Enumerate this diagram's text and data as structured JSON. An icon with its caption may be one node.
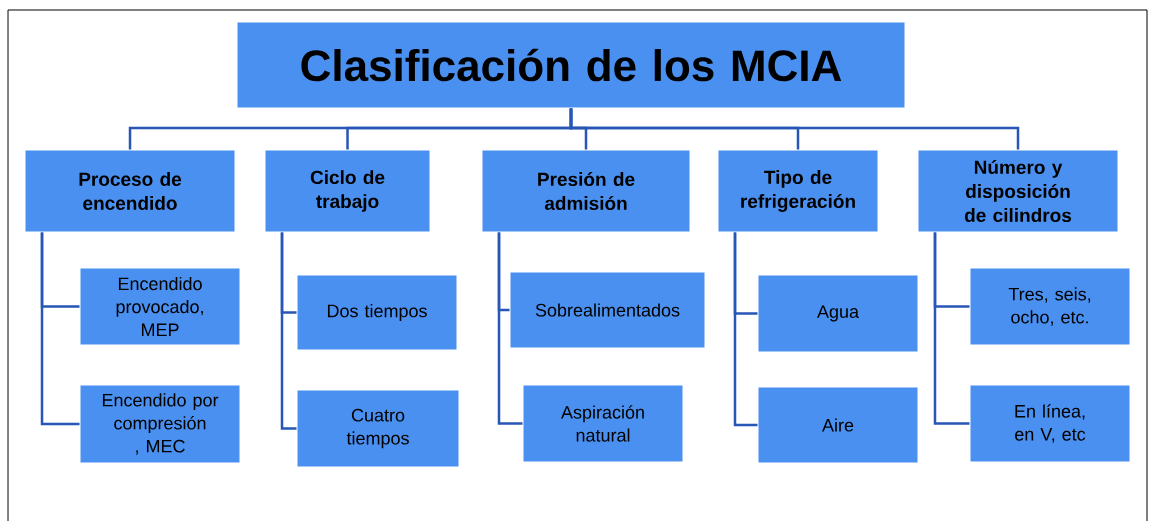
{
  "diagram": {
    "nodes": [
      {
        "text": [
          "Clasificación de los MCIA"
        ]
      },
      {
        "text": [
          "Proceso de encendido"
        ]
      },
      {
        "text": [
          "Ciclo de trabajo"
        ]
      },
      {
        "text": [
          "Presión de admisión"
        ]
      },
      {
        "text": [
          "Tipo de refrigeración"
        ]
      },
      {
        "text": [
          "Número y disposición de cilindros"
        ]
      },
      {
        "text": [
          "Encendido provocado, MEP"
        ]
      },
      {
        "text": [
          "Encendido por compresión , MEC"
        ]
      },
      {
        "text": [
          "Dos tiempos"
        ]
      },
      {
        "text": [
          "Cuatro tiempos"
        ]
      },
      {
        "text": [
          "Sobrealimentados"
        ]
      },
      {
        "text": [
          "Aspiración natural"
        ]
      },
      {
        "text": [
          "Agua"
        ]
      },
      {
        "text": [
          "Aire"
        ]
      },
      {
        "text": [
          "Tres, seis, ocho, etc."
        ]
      },
      {
        "text": [
          "En línea, en V, etc"
        ]
      }
    ],
    "edges": [
      {
        "from": 0,
        "to": 1,
        "arrow": "none"
      },
      {
        "from": 0,
        "to": 2,
        "arrow": "none"
      },
      {
        "from": 0,
        "to": 3,
        "arrow": "none"
      },
      {
        "from": 0,
        "to": 4,
        "arrow": "none"
      },
      {
        "from": 0,
        "to": 5,
        "arrow": "none"
      },
      {
        "from": 1,
        "to": 6,
        "arrow": "none"
      },
      {
        "from": 1,
        "to": 7,
        "arrow": "none"
      },
      {
        "from": 2,
        "to": 8,
        "arrow": "none"
      },
      {
        "from": 2,
        "to": 9,
        "arrow": "none"
      },
      {
        "from": 3,
        "to": 10,
        "arrow": "none"
      },
      {
        "from": 3,
        "to": 11,
        "arrow": "none"
      },
      {
        "from": 4,
        "to": 12,
        "arrow": "none"
      },
      {
        "from": 4,
        "to": 13,
        "arrow": "none"
      },
      {
        "from": 5,
        "to": 14,
        "arrow": "none"
      },
      {
        "from": 5,
        "to": 15,
        "arrow": "none"
      }
    ]
  }
}
